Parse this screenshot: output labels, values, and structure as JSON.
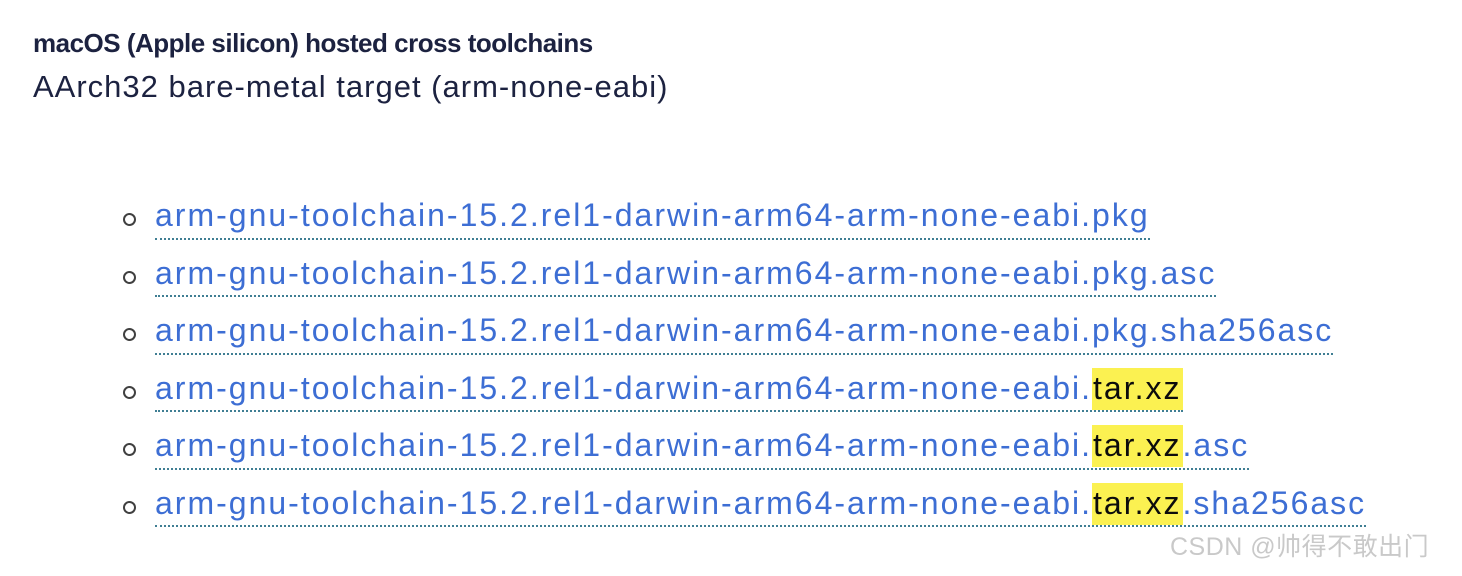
{
  "page": {
    "heading": "macOS (Apple silicon) hosted cross toolchains",
    "subheading": "AArch32 bare-metal target (arm-none-eabi)"
  },
  "links": [
    {
      "prefix": "arm-gnu-toolchain-15.2.rel1-darwin-arm64-arm-none-eabi.pkg",
      "match": "",
      "suffix": ""
    },
    {
      "prefix": "arm-gnu-toolchain-15.2.rel1-darwin-arm64-arm-none-eabi.pkg.asc",
      "match": "",
      "suffix": ""
    },
    {
      "prefix": "arm-gnu-toolchain-15.2.rel1-darwin-arm64-arm-none-eabi.pkg.sha256asc",
      "match": "",
      "suffix": ""
    },
    {
      "prefix": "arm-gnu-toolchain-15.2.rel1-darwin-arm64-arm-none-eabi.",
      "match": "tar.xz",
      "suffix": ""
    },
    {
      "prefix": "arm-gnu-toolchain-15.2.rel1-darwin-arm64-arm-none-eabi.",
      "match": "tar.xz",
      "suffix": ".asc"
    },
    {
      "prefix": "arm-gnu-toolchain-15.2.rel1-darwin-arm64-arm-none-eabi.",
      "match": "tar.xz",
      "suffix": ".sha256asc"
    }
  ],
  "watermark": {
    "text": "CSDN @帅得不敢出门"
  },
  "colors": {
    "heading_text": "#1c2240",
    "link_text": "#3d6ed4",
    "link_underline_dotted": "#3f7e93",
    "search_highlight_bg": "#fbf151",
    "search_highlight_text": "#0c0c0c",
    "watermark_text": "#c9c9c9",
    "background": "#ffffff"
  }
}
